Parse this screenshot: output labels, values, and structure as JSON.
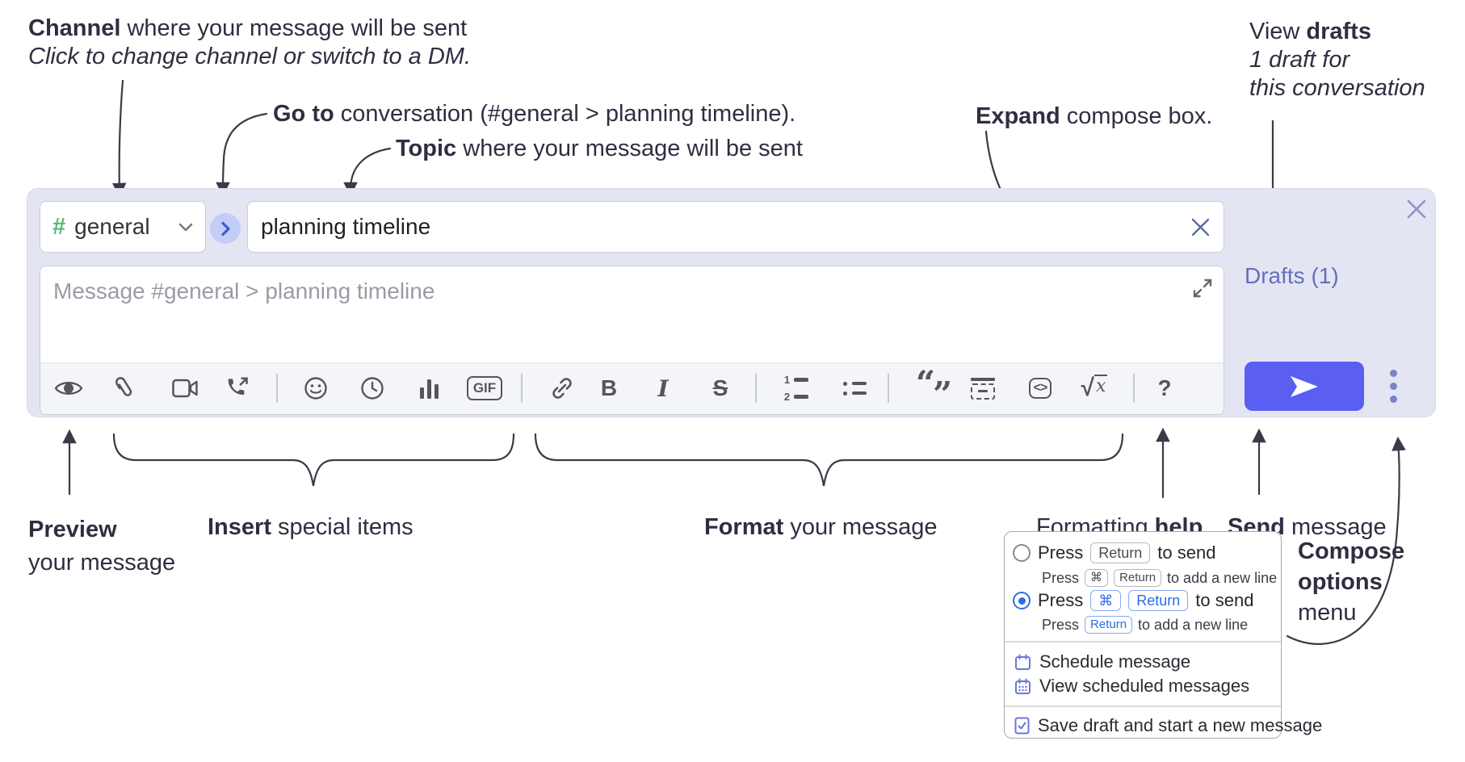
{
  "annotations": {
    "channel": {
      "bold": "Channel",
      "rest": " where your message will be sent",
      "sub": "Click to change channel or switch to a DM."
    },
    "go_to": {
      "bold": "Go to",
      "rest": " conversation (#general > planning timeline)."
    },
    "topic": {
      "bold": "Topic",
      "rest": " where your message will be sent"
    },
    "expand": {
      "bold": "Expand",
      "rest": " compose box."
    },
    "view_drafts": {
      "pre": "View ",
      "bold": "drafts",
      "sub1": "1 draft for",
      "sub2": "this conversation"
    },
    "preview": {
      "bold": "Preview",
      "sub": "your message"
    },
    "insert": {
      "bold": "Insert",
      "rest": " special items"
    },
    "format": {
      "bold": "Format",
      "rest": " your message"
    },
    "formatting_help": {
      "pre": "Formatting ",
      "bold": "help"
    },
    "send": {
      "bold": "Send",
      "rest": " message"
    },
    "compose_options": {
      "bold1": "Compose",
      "bold2": "options",
      "rest": "menu"
    }
  },
  "compose": {
    "channel": {
      "hash": "#",
      "name": "general"
    },
    "topic_value": "planning timeline",
    "message_placeholder": "Message #general > planning timeline",
    "drafts_label": "Drafts (1)",
    "toolbar": {
      "bold": "B",
      "italic": "I",
      "strike": "S",
      "gif": "GIF",
      "code_glyph": "<>",
      "math_root": "√",
      "math_var": "x",
      "help": "?",
      "quote_open": "“",
      "quote_close": "”",
      "ol_1": "1",
      "ol_2": "2"
    }
  },
  "popup": {
    "options": [
      {
        "selected": false,
        "press": "Press",
        "keys": [
          "Return"
        ],
        "suffix": "to send",
        "sub_press": "Press",
        "sub_keys": [
          "⌘",
          "Return"
        ],
        "sub_suffix": "to add a new line"
      },
      {
        "selected": true,
        "press": "Press",
        "keys": [
          "⌘",
          "Return"
        ],
        "suffix": "to send",
        "sub_press": "Press",
        "sub_keys": [
          "Return"
        ],
        "sub_suffix": "to add a new line"
      }
    ],
    "items": [
      "Schedule message",
      "View scheduled messages",
      "Save draft and start a new message"
    ]
  },
  "colors": {
    "compose_bg": "#e3e5f3",
    "send_button": "#5a5ef2",
    "accent_blue": "#2e6fe8",
    "drafts_text": "#6470bd",
    "channel_green": "#5cb87a",
    "icon_gray": "#55555e",
    "annotation_ink": "#2f2e41"
  }
}
